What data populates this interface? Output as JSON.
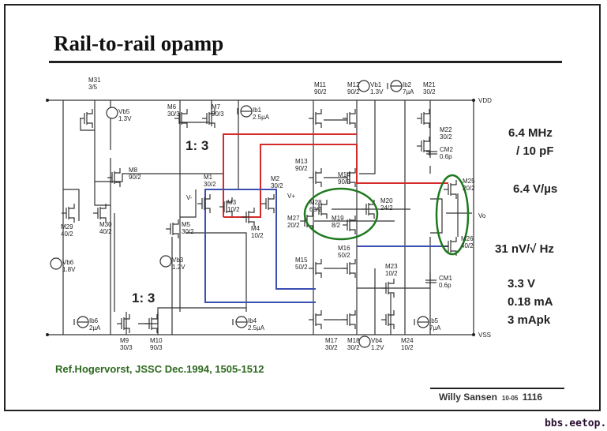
{
  "slide": {
    "title": "Rail-to-rail opamp",
    "reference": "Ref.Hogervorst, JSSC  Dec.1994, 1505-1512",
    "author": "Willy Sansen",
    "code": "10-05",
    "page": "1116",
    "watermark": "bbs.eetop.cn"
  },
  "specs": [
    "6.4 MHz",
    "/ 10 pF",
    "6.4 V/µs",
    "31 nV/√ Hz",
    "3.3 V",
    "0.18 mA",
    "3 mApk"
  ],
  "rails": {
    "vdd": "VDD",
    "vss": "VSS",
    "out": "Vo",
    "vminus": "V-",
    "vplus": "V+"
  },
  "ratios": [
    "1: 3",
    "1: 3"
  ],
  "components": [
    {
      "name": "M31",
      "value": "3/5"
    },
    {
      "name": "Vb5",
      "value": "1.3V"
    },
    {
      "name": "M6",
      "value": "30/3"
    },
    {
      "name": "M7",
      "value": "90/3"
    },
    {
      "name": "Ib1",
      "value": "2.5µA"
    },
    {
      "name": "M8",
      "value": "90/2"
    },
    {
      "name": "M1",
      "value": "30/2"
    },
    {
      "name": "M2",
      "value": "30/2"
    },
    {
      "name": "M3",
      "value": "10/2"
    },
    {
      "name": "M4",
      "value": "10/2"
    },
    {
      "name": "M5",
      "value": "30/2"
    },
    {
      "name": "M29",
      "value": "40/2"
    },
    {
      "name": "M30",
      "value": "40/2"
    },
    {
      "name": "Vb6",
      "value": "1.8V"
    },
    {
      "name": "Vb3",
      "value": "1.2V"
    },
    {
      "name": "Ib6",
      "value": "2µA"
    },
    {
      "name": "M9",
      "value": "30/3"
    },
    {
      "name": "M10",
      "value": "90/3"
    },
    {
      "name": "Ib4",
      "value": "2.5µA"
    },
    {
      "name": "M11",
      "value": "90/2"
    },
    {
      "name": "M12",
      "value": "90/2"
    },
    {
      "name": "Vb1",
      "value": "1.3V"
    },
    {
      "name": "Ib2",
      "value": "7µA"
    },
    {
      "name": "M21",
      "value": "30/2"
    },
    {
      "name": "M22",
      "value": "30/2"
    },
    {
      "name": "CM2",
      "value": "0.6p"
    },
    {
      "name": "M13",
      "value": "90/2"
    },
    {
      "name": "M14",
      "value": "90/2"
    },
    {
      "name": "M25",
      "value": "20/2"
    },
    {
      "name": "M28",
      "value": "60/2"
    },
    {
      "name": "M27",
      "value": "20/2"
    },
    {
      "name": "M19",
      "value": "8/2"
    },
    {
      "name": "M20",
      "value": "24/2"
    },
    {
      "name": "M26",
      "value": "40/2"
    },
    {
      "name": "M15",
      "value": "50/2"
    },
    {
      "name": "M16",
      "value": "50/2"
    },
    {
      "name": "M23",
      "value": "10/2"
    },
    {
      "name": "CM1",
      "value": "0.6p"
    },
    {
      "name": "Ib5",
      "value": "7µA"
    },
    {
      "name": "M17",
      "value": "30/2"
    },
    {
      "name": "M18",
      "value": "30/2"
    },
    {
      "name": "Vb4",
      "value": "1.2V"
    },
    {
      "name": "M24",
      "value": "10/2"
    }
  ],
  "colors": {
    "red_path": "#d42a2a",
    "blue_path": "#3a4fb0",
    "green_marks": "#1f7a1f",
    "wire": "#333333"
  }
}
